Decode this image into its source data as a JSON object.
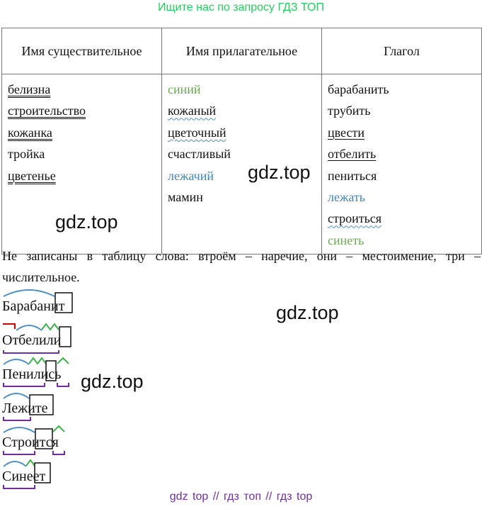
{
  "top_banner": "Ищите нас по запросу ГДЗ ТОП",
  "table": {
    "headers": [
      "Имя существительное",
      "Имя прилагательное",
      "Глагол"
    ],
    "columns": [
      [
        {
          "text": "белизна",
          "style": "u2",
          "color": ""
        },
        {
          "text": "строительство",
          "style": "u2",
          "color": ""
        },
        {
          "text": "кожанка",
          "style": "u2",
          "color": ""
        },
        {
          "text": "тройка",
          "style": "",
          "color": ""
        },
        {
          "text": "цветенье",
          "style": "u2",
          "color": ""
        }
      ],
      [
        {
          "text": "синий",
          "style": "",
          "color": "green"
        },
        {
          "text": "кожаный",
          "style": "wavy",
          "color": ""
        },
        {
          "text": "цветочный",
          "style": "wavy",
          "color": ""
        },
        {
          "text": "счастливый",
          "style": "",
          "color": ""
        },
        {
          "text": "лежачий",
          "style": "",
          "color": "blue"
        },
        {
          "text": "мамин",
          "style": "",
          "color": ""
        }
      ],
      [
        {
          "text": "барабанить",
          "style": "",
          "color": ""
        },
        {
          "text": "трубить",
          "style": "",
          "color": ""
        },
        {
          "text": "цвести",
          "style": "u1",
          "color": ""
        },
        {
          "text": "отбелить",
          "style": "u1",
          "color": ""
        },
        {
          "text": "пениться",
          "style": "",
          "color": ""
        },
        {
          "text": "лежать",
          "style": "",
          "color": "blue"
        },
        {
          "text": "строиться",
          "style": "wavy",
          "color": ""
        },
        {
          "text": "синеть",
          "style": "",
          "color": "green"
        }
      ]
    ]
  },
  "note": "Не записаны в таблицу слова: втроём – наречие, они – местоимение, три – числительное.",
  "watermarks": [
    "gdz.top",
    "gdz.top",
    "gdz.top",
    "gdz.top"
  ],
  "morphemes": [
    {
      "word": "Барабанит"
    },
    {
      "word": "Отбелили"
    },
    {
      "word": "Пенились"
    },
    {
      "word": "Лежите"
    },
    {
      "word": "Строится"
    },
    {
      "word": "Синеет"
    }
  ],
  "bottom_links": "gdz top // гдз топ // гдз top",
  "colors": {
    "banner": "#22d05a",
    "root_arc": "#4e8fc6",
    "suffix": "#3cb34a",
    "prefix": "#cc0000",
    "base": "#6f2fa0",
    "links": "#6f2fa0"
  }
}
